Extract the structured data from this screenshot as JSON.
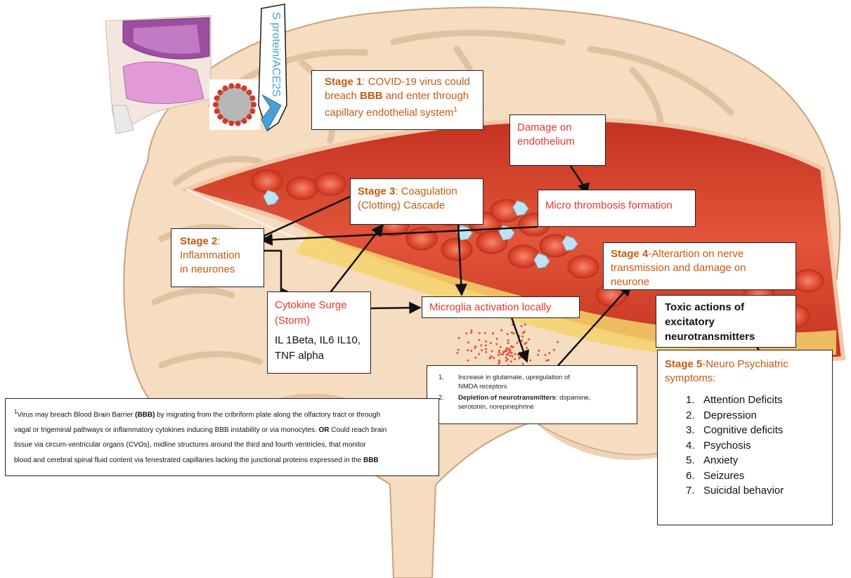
{
  "diagram": {
    "arrow_label": "S protein/ACE2S",
    "stage1": {
      "title": "Stage 1",
      "text_a": ": COVID-19 virus could",
      "text_b": "breach ",
      "bold": "BBB",
      "text_c": " and enter through",
      "text_d": "capillary endothelial system",
      "sup": "1"
    },
    "damage_endothelium": {
      "line1": "Damage on",
      "line2": "endothelium"
    },
    "micro_thrombosis": "Micro thrombosis formation",
    "stage3": {
      "title": "Stage 3",
      "text_a": ": Coagulation",
      "text_b": "(Clotting) Cascade"
    },
    "stage2": {
      "title": "Stage 2",
      "text_a": ":",
      "line2": "Inflammation",
      "line3": "in neurones"
    },
    "cytokine": {
      "line1": "Cytokine Surge",
      "line2": "(Storm)",
      "line3": "IL 1Beta, IL6 IL10,",
      "line4": "TNF alpha"
    },
    "microglia": "Microglia activation locally",
    "stage4": {
      "title": "Stage 4",
      "text_a": "-Alterartion on nerve",
      "line2": "transmission and damage on",
      "line3": "neurone"
    },
    "toxic": {
      "line1": "Toxic actions of",
      "line2": "excitatory",
      "line3": "neurotransmitters"
    },
    "neuro_list": {
      "item1_num": "1.",
      "item1_a": "Increase in glutamate, upregulation of",
      "item1_b": "NMDA receptors",
      "item2_num": "2.",
      "item2_bold": "Depletion of neurotransmitters",
      "item2_a": ": dopamine,",
      "item2_b": "serotonin, norepinephrine"
    },
    "stage5": {
      "title": "Stage 5",
      "text_a": "-Neuro Psychiatric",
      "line2": "symptoms:",
      "symptoms": [
        {
          "num": "1.",
          "label": "Attention Deficits"
        },
        {
          "num": "2.",
          "label": "Depression"
        },
        {
          "num": "3.",
          "label": "Cognitive deficits"
        },
        {
          "num": "4.",
          "label": "Psychosis"
        },
        {
          "num": "5.",
          "label": "Anxiety"
        },
        {
          "num": "6.",
          "label": "Seizures"
        },
        {
          "num": "7.",
          "label": "Suicidal behavior"
        }
      ]
    },
    "footnote": {
      "sup": "1",
      "l1a": "Virus may breach Blood Brain Barrier ",
      "l1b": "(BBB)",
      "l1c": " by migrating from the cribriform plate along the olfactory tract or through",
      "l2a": "vagal or trigeminal pathways or inflammatory cytokines inducing BBB instability or via monocytes. ",
      "l2b": "OR",
      "l2c": " Could reach brain",
      "l3": "tissue via circum-ventricular organs (CVOs), midline structures around the third and fourth ventricles, that monitor",
      "l4a": "blood and cerebral spinal fluid content via fenestrated capillaries lacking the junctional proteins expressed in the ",
      "l4b": "BBB"
    },
    "colors": {
      "stage_title": "#c55a11",
      "red_text": "#e8372a",
      "arrow_blue": "#4a9fd8",
      "brain": "#f4dcc0",
      "vessel": "#d9442e"
    }
  }
}
